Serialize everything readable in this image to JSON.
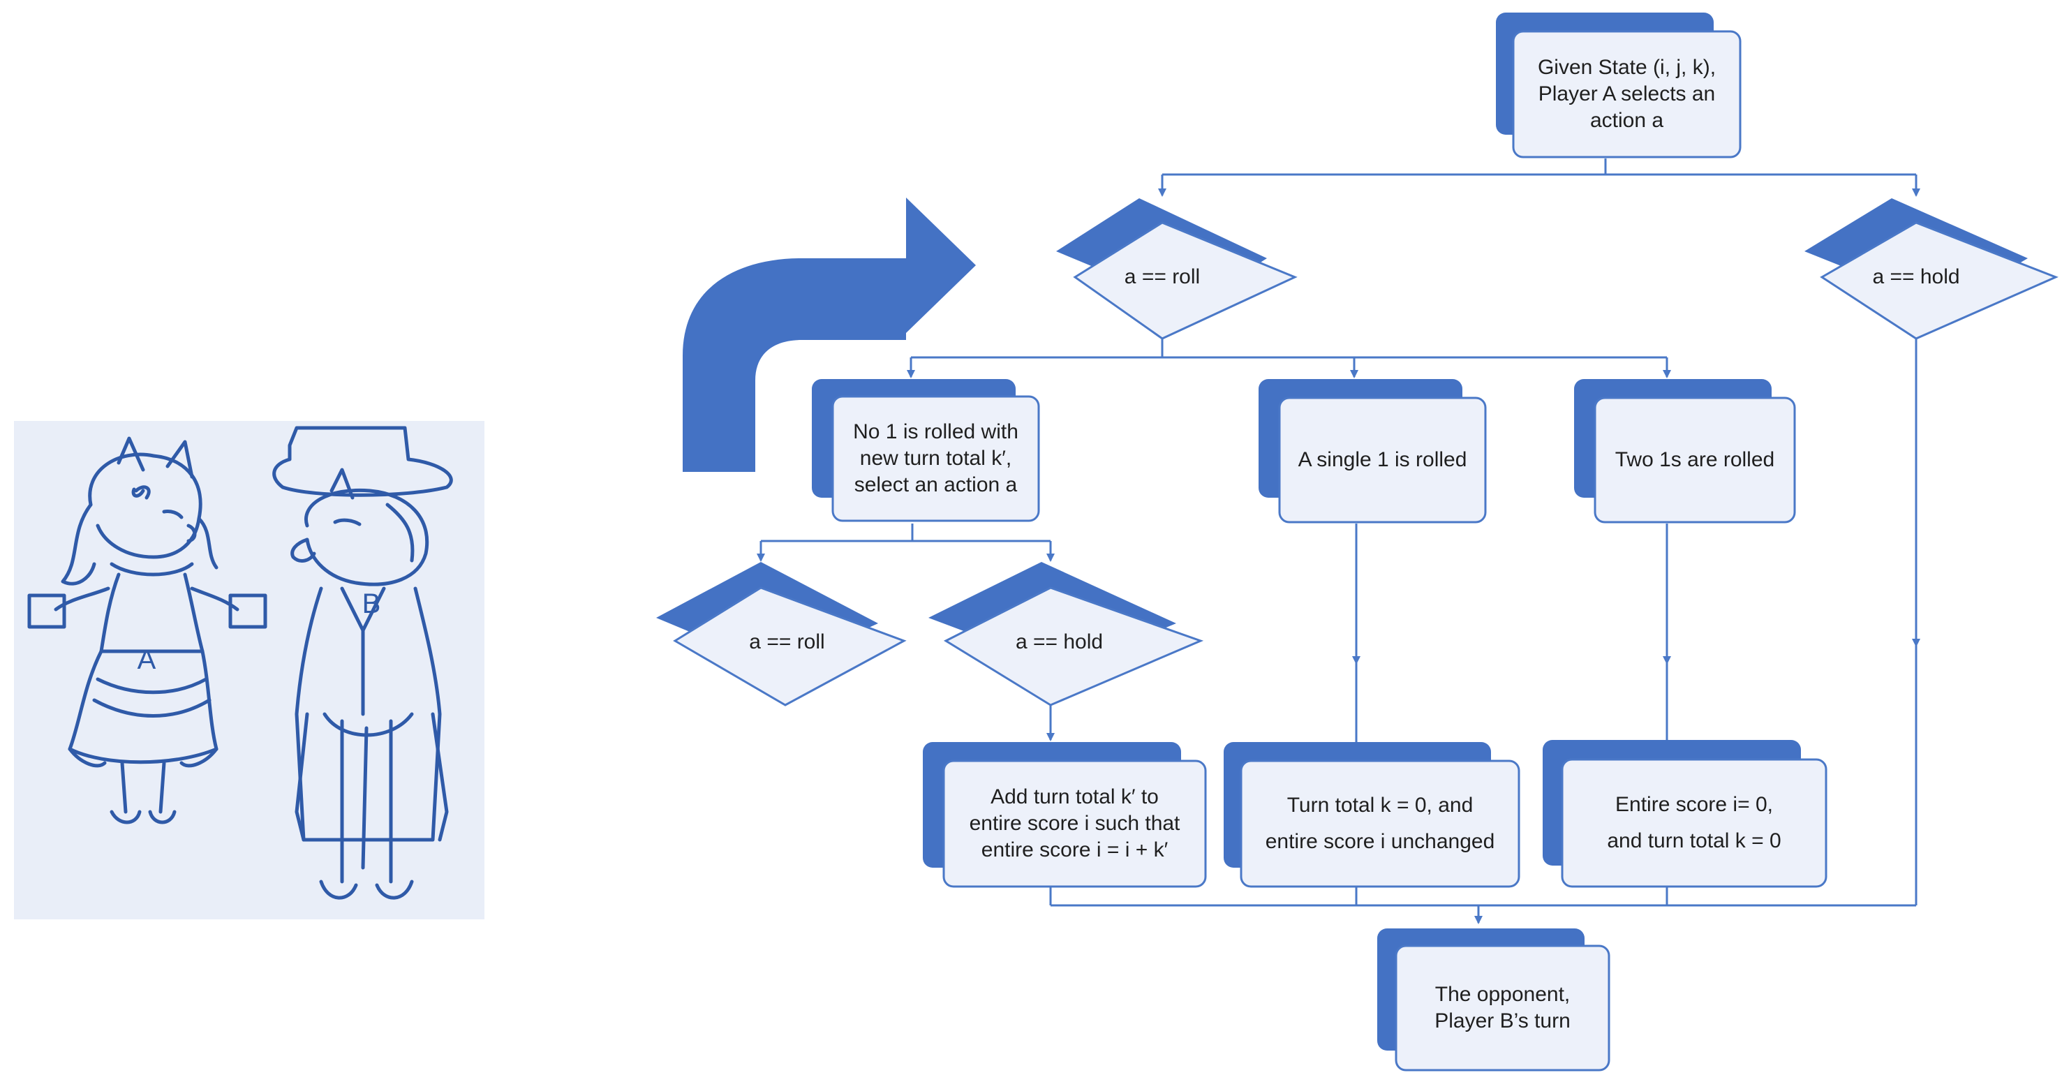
{
  "colors": {
    "accent": "#4472c4",
    "box_fill": "#edf1fa",
    "line": "#4a78c7",
    "sketch_ink": "#2f5aa8",
    "sketch_bg": "#e9eef8"
  },
  "illustration": {
    "player_a_letter": "A",
    "player_b_letter": "B"
  },
  "nodes": {
    "start": {
      "line1": "Given State (i, j, k),",
      "line2": "Player A selects an",
      "line3": "action a"
    },
    "diamond_roll": {
      "text": "a == roll"
    },
    "diamond_hold": {
      "text": "a == hold"
    },
    "no_one": {
      "line1": "No 1 is rolled with",
      "line2": "new turn total k′,",
      "line3": "select an action a"
    },
    "single_one": {
      "text": "A single 1 is rolled"
    },
    "two_ones": {
      "text": "Two 1s are rolled"
    },
    "sub_roll": {
      "text": "a == roll"
    },
    "sub_hold": {
      "text": "a == hold"
    },
    "add_total": {
      "line1": "Add turn total k′ to",
      "line2": "entire score i such that",
      "line3": "entire score  i = i + k′"
    },
    "turn_zero": {
      "line1": "Turn total k = 0, and",
      "line2": "entire score i unchanged"
    },
    "score_zero": {
      "line1": "Entire score i= 0,",
      "line2": "and turn total k = 0"
    },
    "opponent": {
      "line1": "The opponent,",
      "line2": "Player B’s turn"
    }
  }
}
